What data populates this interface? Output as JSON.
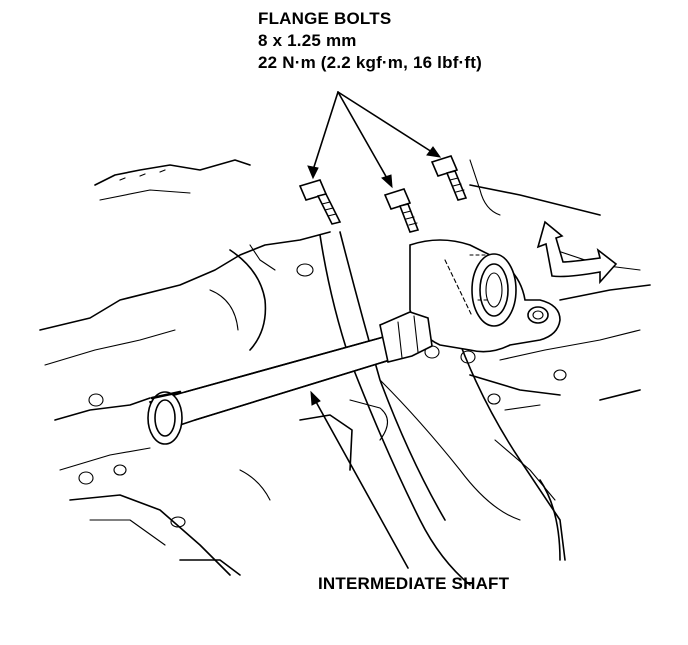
{
  "callouts": {
    "flange_bolts_title": "FLANGE BOLTS",
    "flange_bolts_size": "8 x 1.25 mm",
    "flange_bolts_torque": "22 N·m (2.2 kgf·m, 16 lbf·ft)",
    "shaft_label": "INTERMEDIATE SHAFT"
  },
  "colors": {
    "ink": "#000000",
    "background": "#ffffff"
  }
}
